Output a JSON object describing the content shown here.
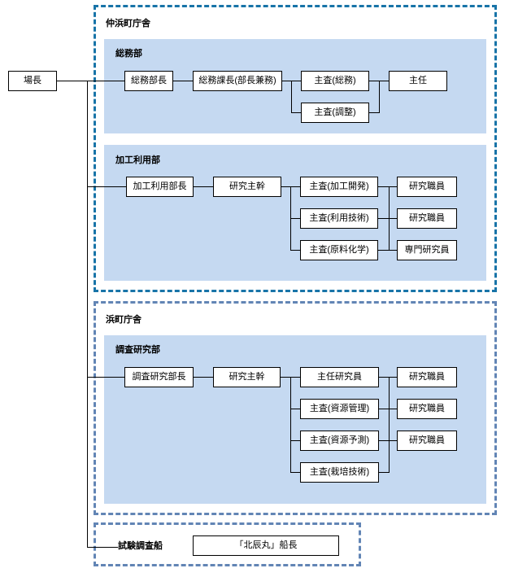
{
  "org": {
    "director": "場長",
    "nakahama": {
      "label": "仲浜町庁舎",
      "somu": {
        "label": "総務部",
        "bucho": "総務部長",
        "kacho": "総務課長(部長兼務)",
        "shusa_somu": "主査(総務)",
        "shunin": "主任",
        "shusa_chosei": "主査(調整)"
      },
      "kako": {
        "label": "加工利用部",
        "bucho": "加工利用部長",
        "shukan": "研究主幹",
        "shusa_kaihatsu": "主査(加工開発)",
        "staff_kaihatsu": "研究職員",
        "shusa_riyo": "主査(利用技術)",
        "staff_riyo": "研究職員",
        "shusa_genryo": "主査(原料化学)",
        "senmon": "専門研究員"
      }
    },
    "hamamachi": {
      "label": "浜町庁舎",
      "chosa": {
        "label": "調査研究部",
        "bucho": "調査研究部長",
        "shukan": "研究主幹",
        "shunin_kenkyuin": "主任研究員",
        "staff1": "研究職員",
        "shusa_kanri": "主査(資源管理)",
        "staff2": "研究職員",
        "shusa_yosoku": "主査(資源予測)",
        "staff3": "研究職員",
        "shusa_saibai": "主査(栽培技術)"
      }
    },
    "vessel": {
      "label": "試験調査船",
      "captain": "「北辰丸」船長"
    }
  },
  "colors": {
    "panel_fill": "#C5D9F1",
    "border_dark_dashed": "#1874A8",
    "border_light_dashed": "#6285B5",
    "connector_line": "#000000",
    "box_border": "#000000",
    "box_fill": "#FFFFFF"
  }
}
